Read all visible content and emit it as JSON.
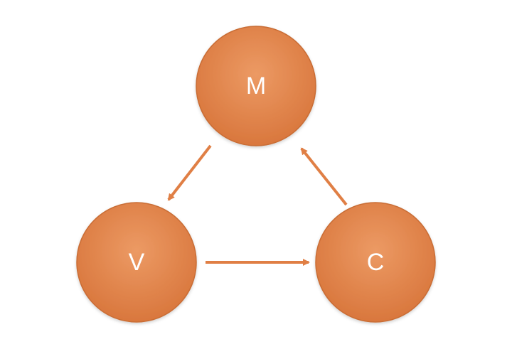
{
  "diagram": {
    "nodes": [
      {
        "id": "M",
        "label": "M"
      },
      {
        "id": "V",
        "label": "V"
      },
      {
        "id": "C",
        "label": "C"
      }
    ],
    "edges": [
      {
        "from": "M",
        "to": "V"
      },
      {
        "from": "V",
        "to": "C"
      },
      {
        "from": "C",
        "to": "M"
      }
    ],
    "colors": {
      "node_fill_top": "#E8935C",
      "node_fill_bottom": "#D9793F",
      "node_stroke": "#C96D35",
      "arrow": "#E07F45",
      "label": "#FFFFFF"
    }
  }
}
